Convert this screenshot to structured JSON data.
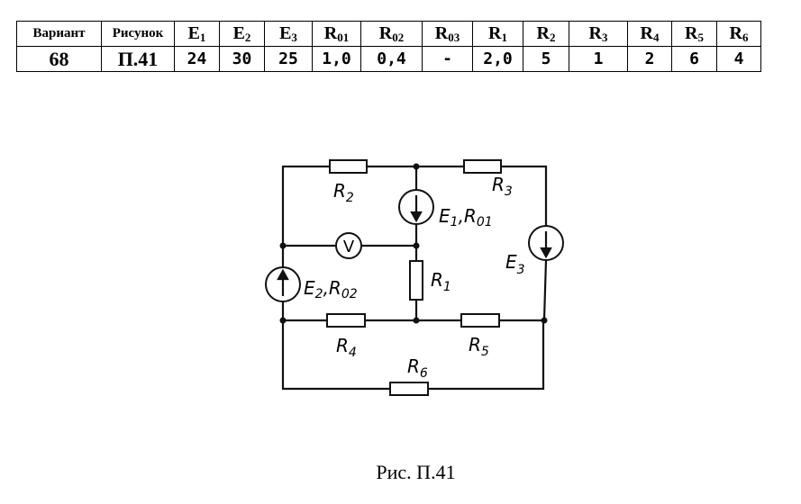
{
  "table": {
    "headers": [
      {
        "main": "Вариант",
        "sub": ""
      },
      {
        "main": "Рисунок",
        "sub": ""
      },
      {
        "main": "E",
        "sub": "1"
      },
      {
        "main": "E",
        "sub": "2"
      },
      {
        "main": "E",
        "sub": "3"
      },
      {
        "main": "R",
        "sub": "01"
      },
      {
        "main": "R",
        "sub": "02"
      },
      {
        "main": "R",
        "sub": "03"
      },
      {
        "main": "R",
        "sub": "1"
      },
      {
        "main": "R",
        "sub": "2"
      },
      {
        "main": "R",
        "sub": "3"
      },
      {
        "main": "R",
        "sub": "4"
      },
      {
        "main": "R",
        "sub": "5"
      },
      {
        "main": "R",
        "sub": "6"
      }
    ],
    "values": [
      "68",
      "П.41",
      "24",
      "30",
      "25",
      "1,0",
      "0,4",
      "-",
      "2,0",
      "5",
      "1",
      "2",
      "6",
      "4"
    ]
  },
  "circuit": {
    "labels": {
      "R2": {
        "main": "R",
        "sub": "2"
      },
      "R3": {
        "main": "R",
        "sub": "3"
      },
      "E1R01": {
        "main": "E",
        "sub": "1",
        "sep": ",",
        "main2": "R",
        "sub2": "01"
      },
      "E2R02": {
        "main": "E",
        "sub": "2",
        "sep": ",",
        "main2": "R",
        "sub2": "02"
      },
      "E3": {
        "main": "E",
        "sub": "3"
      },
      "R1": {
        "main": "R",
        "sub": "1"
      },
      "R4": {
        "main": "R",
        "sub": "4"
      },
      "R5": {
        "main": "R",
        "sub": "5"
      },
      "R6": {
        "main": "R",
        "sub": "6"
      },
      "voltmeter": "V"
    }
  },
  "caption": "Рис. П.41"
}
